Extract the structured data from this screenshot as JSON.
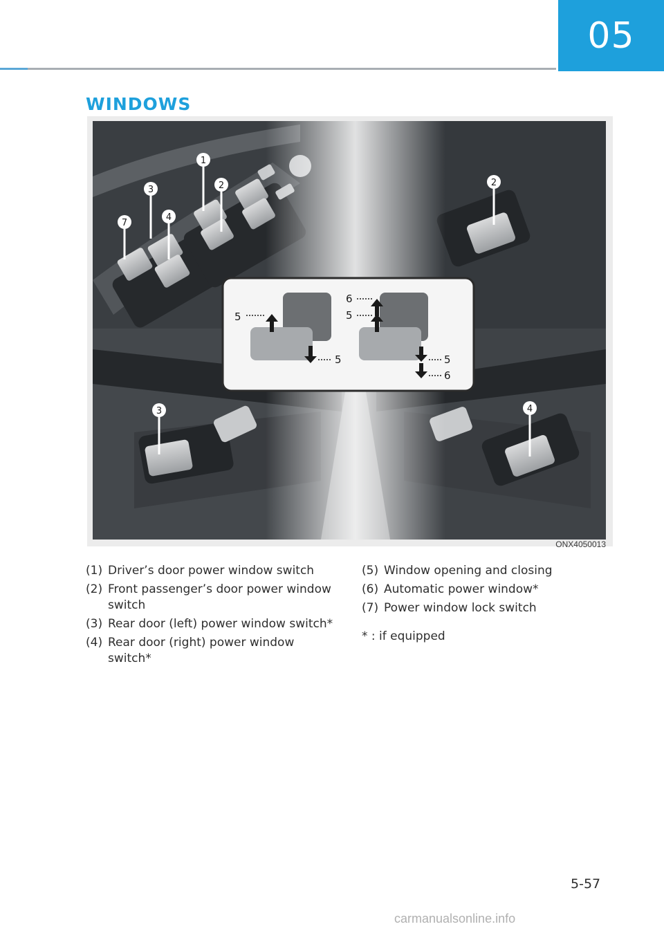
{
  "chapter": {
    "number": "05"
  },
  "section": {
    "title": "WINDOWS"
  },
  "figure": {
    "image_code": "ONX4050013",
    "callouts": {
      "c1": "1",
      "c2": "2",
      "c3": "3",
      "c4": "4",
      "c7": "7",
      "c2b": "2",
      "c3b": "3",
      "c4b": "4"
    },
    "inset_labels": {
      "l5a": "5",
      "l5b": "5",
      "l6a": "6",
      "l5c": "5",
      "l5d": "5",
      "l6b": "6"
    }
  },
  "legend": {
    "left": [
      {
        "num": "(1)",
        "text": "Driver’s door power window switch"
      },
      {
        "num": "(2)",
        "text": "Front passenger’s door power window switch"
      },
      {
        "num": "(3)",
        "text": "Rear door (left) power window switch*"
      },
      {
        "num": "(4)",
        "text": "Rear door (right) power window switch*"
      }
    ],
    "right": [
      {
        "num": "(5)",
        "text": "Window opening and closing"
      },
      {
        "num": "(6)",
        "text": "Automatic power window*"
      },
      {
        "num": "(7)",
        "text": "Power window lock switch"
      }
    ],
    "footnote": "* : if equipped"
  },
  "page": {
    "number": "5-57"
  },
  "watermark": {
    "text": "carmanualsonline.info"
  },
  "colors": {
    "accent": "#1ea0dc",
    "rule": "#a8aeb3"
  }
}
